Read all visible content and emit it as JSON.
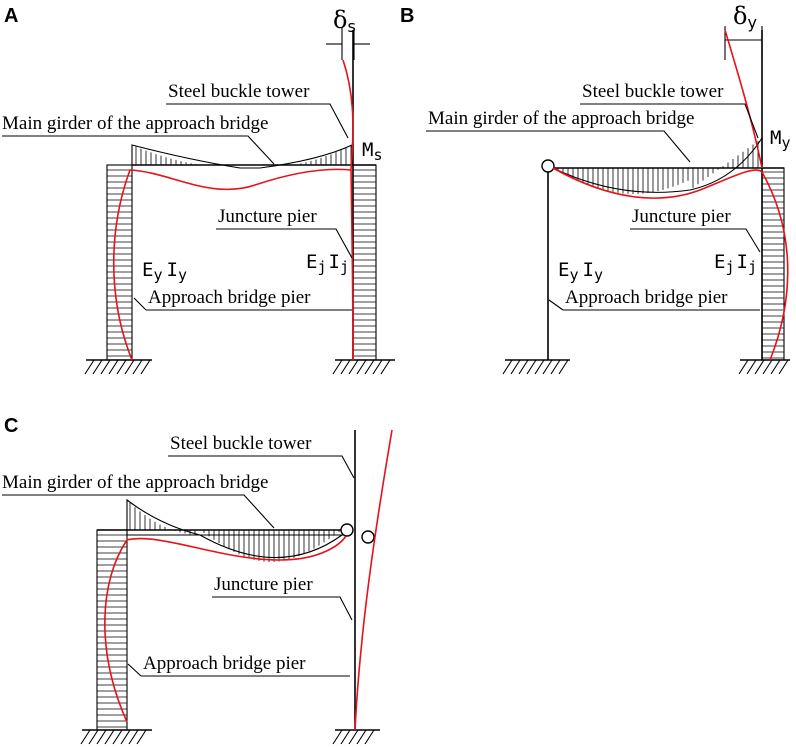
{
  "panels": {
    "a": {
      "letter": "A",
      "delta_symbol": "δ",
      "delta_sub": "s",
      "moment_main": "M",
      "moment_sub": "s",
      "steel_tower": "Steel buckle tower",
      "main_girder": "Main girder of the approach bridge",
      "juncture_pier": "Juncture pier",
      "approach_pier": "Approach bridge pier",
      "ey": "E",
      "ey_sub": "y",
      "iy": "I",
      "iy_sub": "y",
      "ej": "E",
      "ej_sub": "j",
      "ij": "I",
      "ij_sub": "j"
    },
    "b": {
      "letter": "B",
      "delta_symbol": "δ",
      "delta_sub": "y",
      "moment_main": "M",
      "moment_sub": "y",
      "steel_tower": "Steel buckle tower",
      "main_girder": "Main girder of the approach bridge",
      "juncture_pier": "Juncture pier",
      "approach_pier": "Approach bridge pier",
      "ey": "E",
      "ey_sub": "y",
      "iy": "I",
      "iy_sub": "y",
      "ej": "E",
      "ej_sub": "j",
      "ij": "I",
      "ij_sub": "j"
    },
    "c": {
      "letter": "C",
      "steel_tower": "Steel buckle tower",
      "main_girder": "Main girder of the approach bridge",
      "juncture_pier": "Juncture pier",
      "approach_pier": "Approach bridge pier"
    }
  },
  "colors": {
    "structure": "#000000",
    "deflection_curve": "#e8111a"
  }
}
